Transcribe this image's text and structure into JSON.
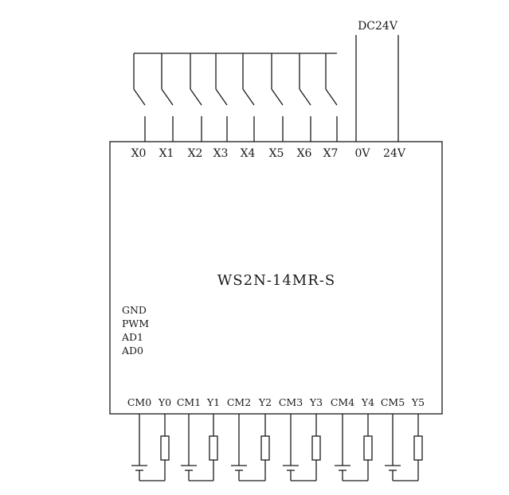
{
  "supply": {
    "label": "DC24V",
    "terminals": [
      "0V",
      "24V"
    ]
  },
  "module": {
    "model": "WS2N-14MR-S"
  },
  "inputs": [
    "X0",
    "X1",
    "X2",
    "X3",
    "X4",
    "X5",
    "X6",
    "X7"
  ],
  "side_terminals": [
    "GND",
    "PWM",
    "AD1",
    "AD0"
  ],
  "outputs": [
    {
      "common": "CM0",
      "output": "Y0"
    },
    {
      "common": "CM1",
      "output": "Y1"
    },
    {
      "common": "CM2",
      "output": "Y2"
    },
    {
      "common": "CM3",
      "output": "Y3"
    },
    {
      "common": "CM4",
      "output": "Y4"
    },
    {
      "common": "CM5",
      "output": "Y5"
    }
  ],
  "icons": {
    "input_switch": "normally-open-switch-icon",
    "output_load": "resistor-icon",
    "output_source": "battery-icon"
  }
}
